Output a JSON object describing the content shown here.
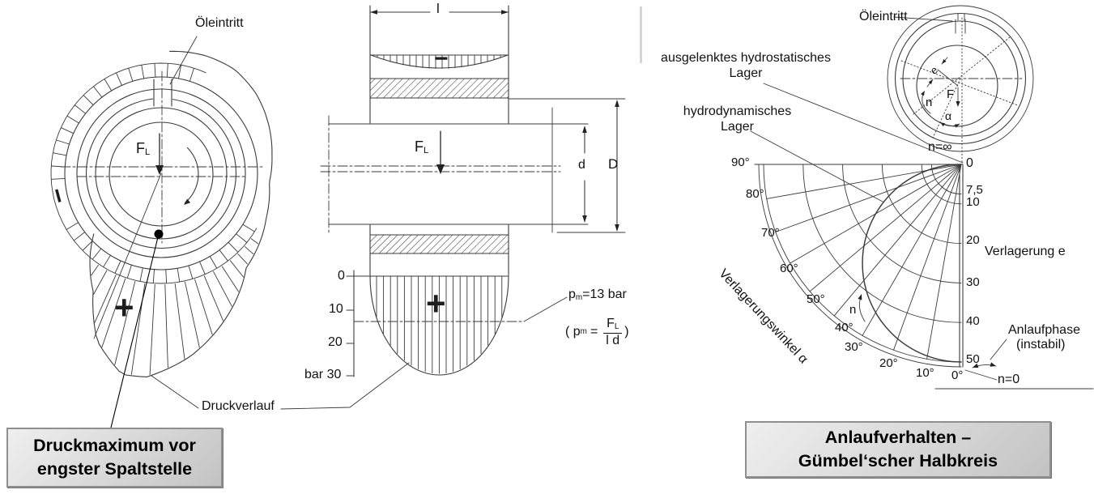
{
  "colors": {
    "line": "#3a3a3a",
    "text": "#111111",
    "callout_bg": "#d9d9d9",
    "callout_border": "#8f8f8f"
  },
  "left_figure": {
    "oil_inlet_label": "Öleintritt",
    "force_label": "F",
    "force_sub": "L",
    "minus": "−",
    "plus": "+",
    "pressure_curve_label": "Druckverlauf",
    "callout_line1": "Druckmaximum vor",
    "callout_line2": "engster Spaltstelle"
  },
  "middle_figure": {
    "length_label": "l",
    "minus": "−",
    "plus": "+",
    "force_label": "F",
    "force_sub": "L",
    "shaft_diameter_label": "d",
    "housing_diameter_label": "D",
    "pressure_scale": [
      "0",
      "10",
      "20",
      "bar 30"
    ],
    "mean_pressure": {
      "symbol": "p",
      "sub": "m",
      "value": "=13 bar"
    },
    "formula": {
      "open": "( p",
      "sub": "m",
      "equals": "=",
      "numerator": "F",
      "numerator_sub": "L",
      "denominator": "l d",
      "close": ")"
    }
  },
  "right_figure": {
    "oil_inlet_label": "Öleintritt",
    "bearing": {
      "eccentricity": "e",
      "force": "F",
      "speed": "n",
      "alpha": "α"
    },
    "hydrostatic_line1": "ausgelenktes hydrostatisches",
    "hydrostatic_line2": "Lager",
    "hydrodynamic_line1": "hydrodynamisches",
    "hydrodynamic_line2": "Lager",
    "n_infinity": "n=∞",
    "n_zero": "n=0",
    "n_curve": "n",
    "origin_label": "0",
    "e_axis_label": "Verlagerung e",
    "angle_axis_label": "Verlagerungswinkel α",
    "startup_line1": "Anlaufphase",
    "startup_line2": "(instabil)",
    "angle_labels": [
      "90°",
      "80°",
      "70°",
      "60°",
      "50°",
      "40°",
      "30°",
      "20°",
      "10°",
      "0°"
    ],
    "e_tick_labels": [
      "7,5",
      "10",
      "20",
      "30",
      "40",
      "50"
    ],
    "gumbel_diagram": {
      "e_max": 50,
      "angle_step_deg": 10,
      "e_rings": [
        7.5,
        10,
        20,
        30,
        40,
        50
      ]
    }
  },
  "caption": {
    "line1": "Anlaufverhalten –",
    "line2": "Gümbel‘scher Halbkreis"
  }
}
